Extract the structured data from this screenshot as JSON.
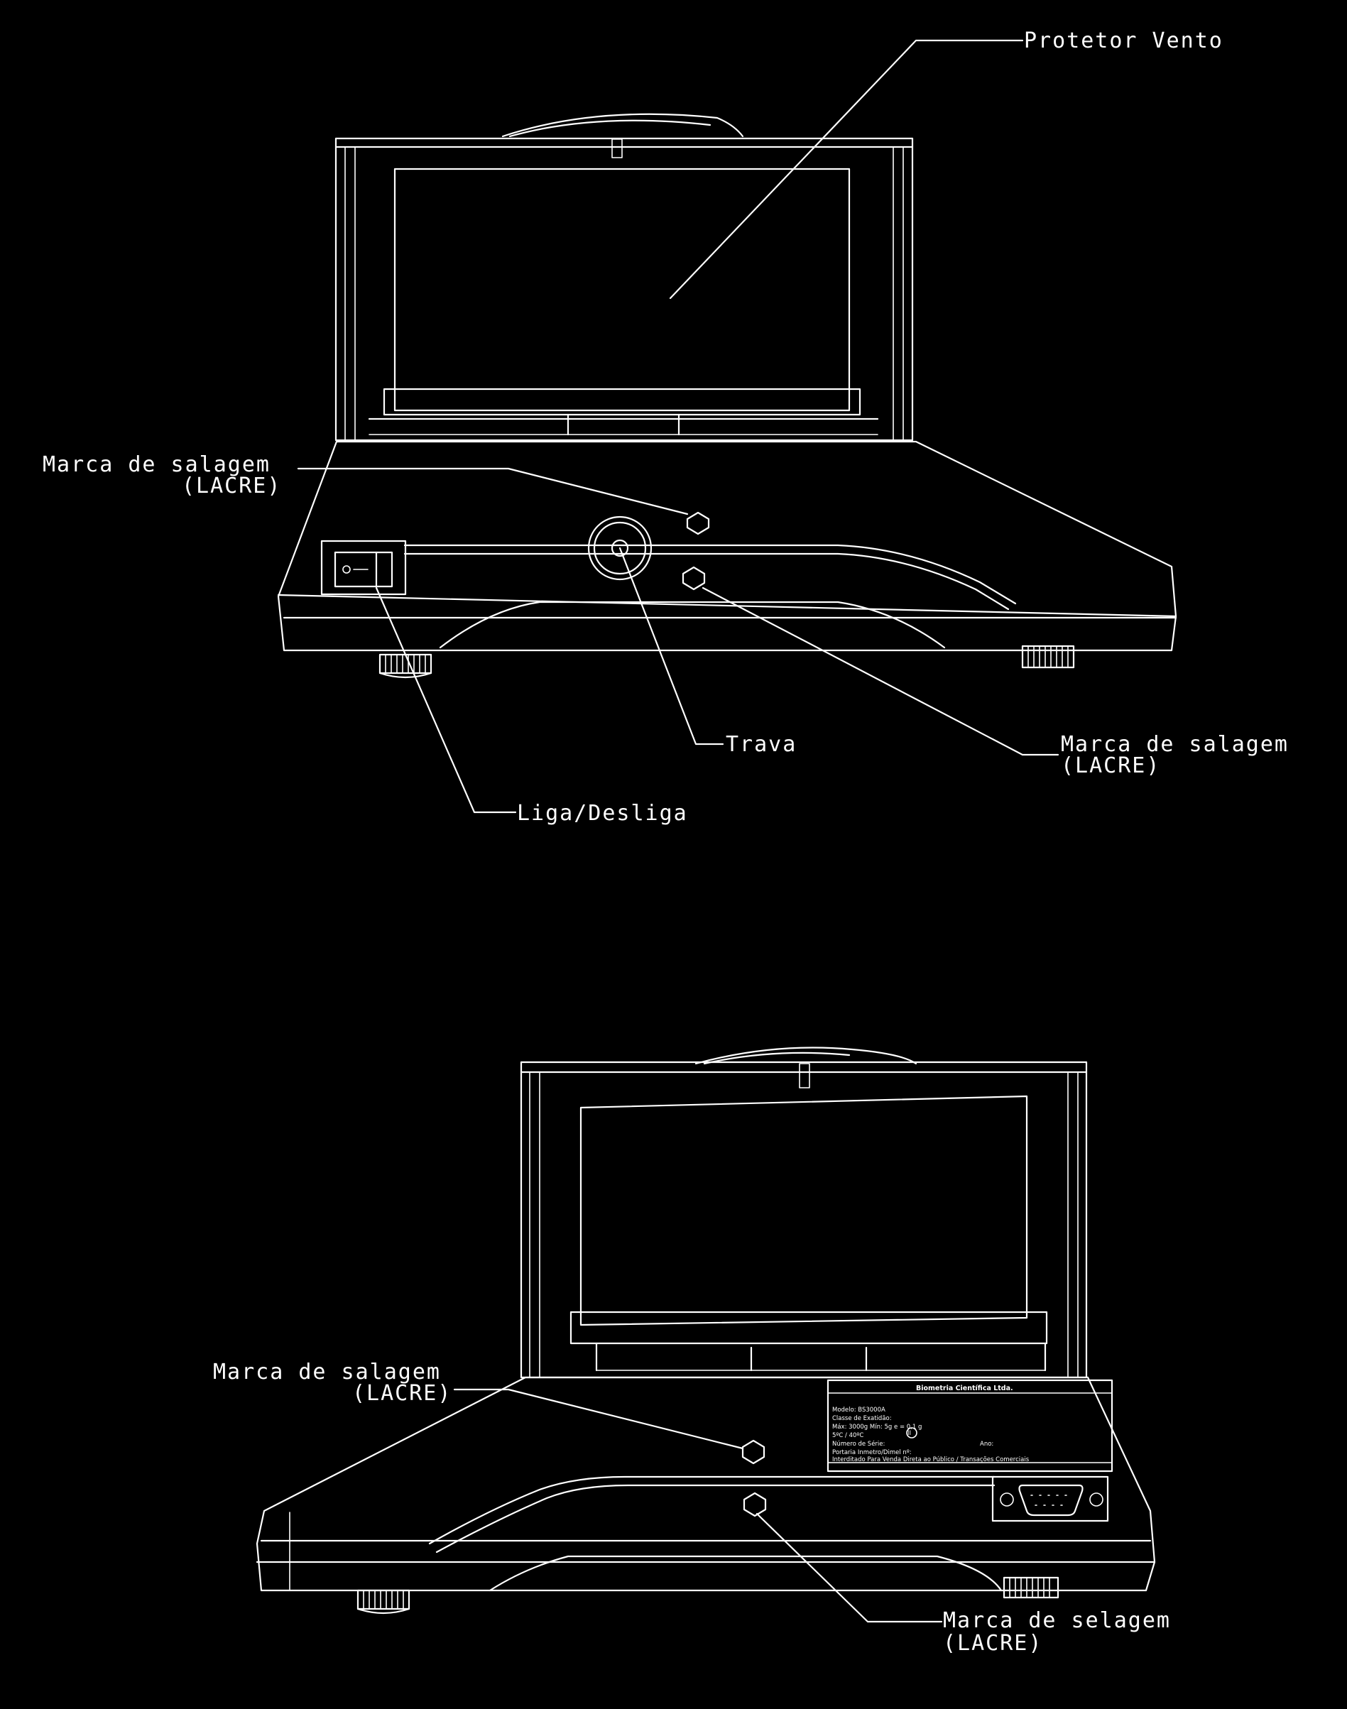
{
  "top_view": {
    "labels": {
      "wind_shield": "Protetor Vento",
      "seal_left_line1": "Marca de salagem",
      "seal_left_line2": "(LACRE)",
      "lock": "Trava",
      "seal_right_line1": "Marca de salagem",
      "seal_right_line2": "(LACRE)",
      "power_switch": "Liga/Desliga"
    }
  },
  "bottom_view": {
    "labels": {
      "seal_upper_line1": "Marca de salagem",
      "seal_upper_line2": "(LACRE)",
      "seal_lower_line1": "Marca de selagem",
      "seal_lower_line2": "(LACRE)"
    },
    "nameplate": {
      "lines": [
        "Biometria Científica Ltda.",
        "Modelo: BS3000A",
        "Classe de Exatidão:",
        "Máx: 3000g  Mín: 5g  e = 0,1 g",
        "5ºC / 40ºC",
        "Número de Série:",
        "Portaria Inmetro/Dimel nº:",
        "Interditado Para Venda Direta ao Público / Transações Comerciais"
      ],
      "class_mark": "II",
      "year_label": "Ano:"
    }
  },
  "colors": {
    "background": "#000000",
    "line": "#ffffff"
  }
}
